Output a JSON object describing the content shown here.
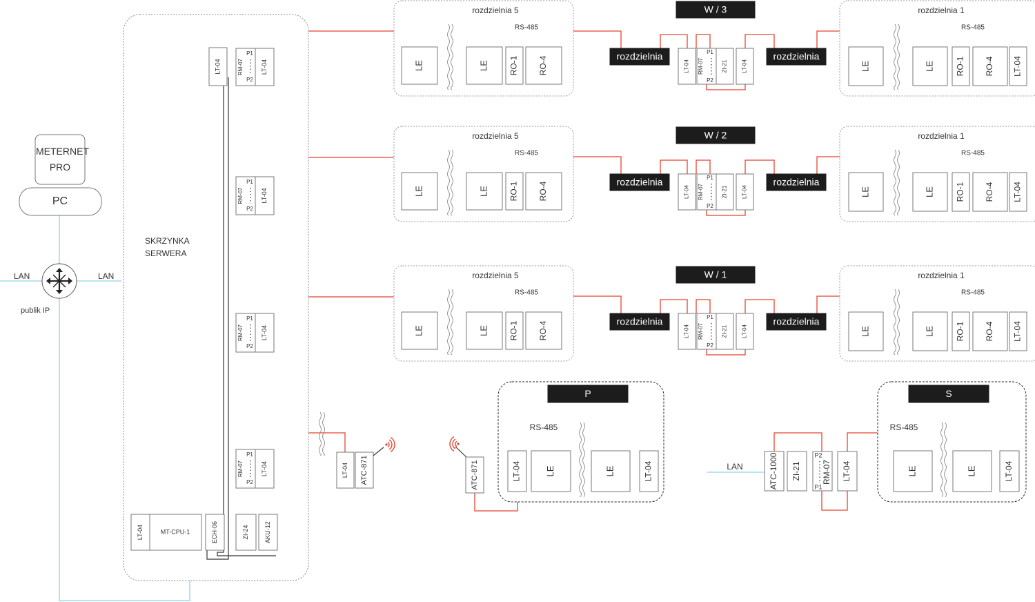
{
  "colors": {
    "red_line": "#e8412c",
    "blue_line": "#8fd3e0",
    "box_stroke": "#777777",
    "dark_box": "#1c1c1c"
  },
  "left_panel": {
    "meternet": [
      "METERNET",
      "PRO"
    ],
    "pc": "PC",
    "lan_left": "LAN",
    "lan_right": "LAN",
    "router_icon": "router-icon",
    "public_ip": "publik IP"
  },
  "server_box": {
    "title": [
      "SKRZYNKA",
      "SERWERA"
    ],
    "top_lt": "LT-04",
    "rm": "RM-07",
    "lt": "LT-04",
    "p1": "P1",
    "p2": "P2",
    "bottom_modules": [
      "LT-04",
      "MT-CPU-1",
      "ECH-06",
      "ZI-24",
      "AKU-12"
    ]
  },
  "floors": [
    {
      "label": "W / 3"
    },
    {
      "label": "W / 2"
    },
    {
      "label": "W / 1"
    }
  ],
  "floor_common": {
    "group5_title": "rozdzielnia 5",
    "group1_title": "rozdzielnia 1",
    "rs485": "RS-485",
    "rozdzielnia": "rozdzielnia",
    "le": "LE",
    "ro1": "RO-1",
    "ro4": "RO-4",
    "lt04": "LT-04",
    "rm07": "RM-07",
    "zi21": "ZI-21",
    "p1": "P1",
    "p2": "P2"
  },
  "wireless": {
    "lt": "LT-04",
    "atc": "ATC-871",
    "remote_atc": "ATC-871",
    "signal_icon": "wifi-signal-icon"
  },
  "group_p": {
    "label": "P",
    "rs485": "RS-485",
    "modules": [
      "LT-04",
      "LE",
      "LE",
      "LT-04"
    ]
  },
  "group_s": {
    "label": "S",
    "rs485": "RS-485",
    "lan": "LAN",
    "modules": [
      "ATC-1000",
      "ZI-21",
      "RM-07",
      "LT-04",
      "LE",
      "LE",
      "LT-04"
    ],
    "p1": "P1",
    "p2": "P2"
  }
}
